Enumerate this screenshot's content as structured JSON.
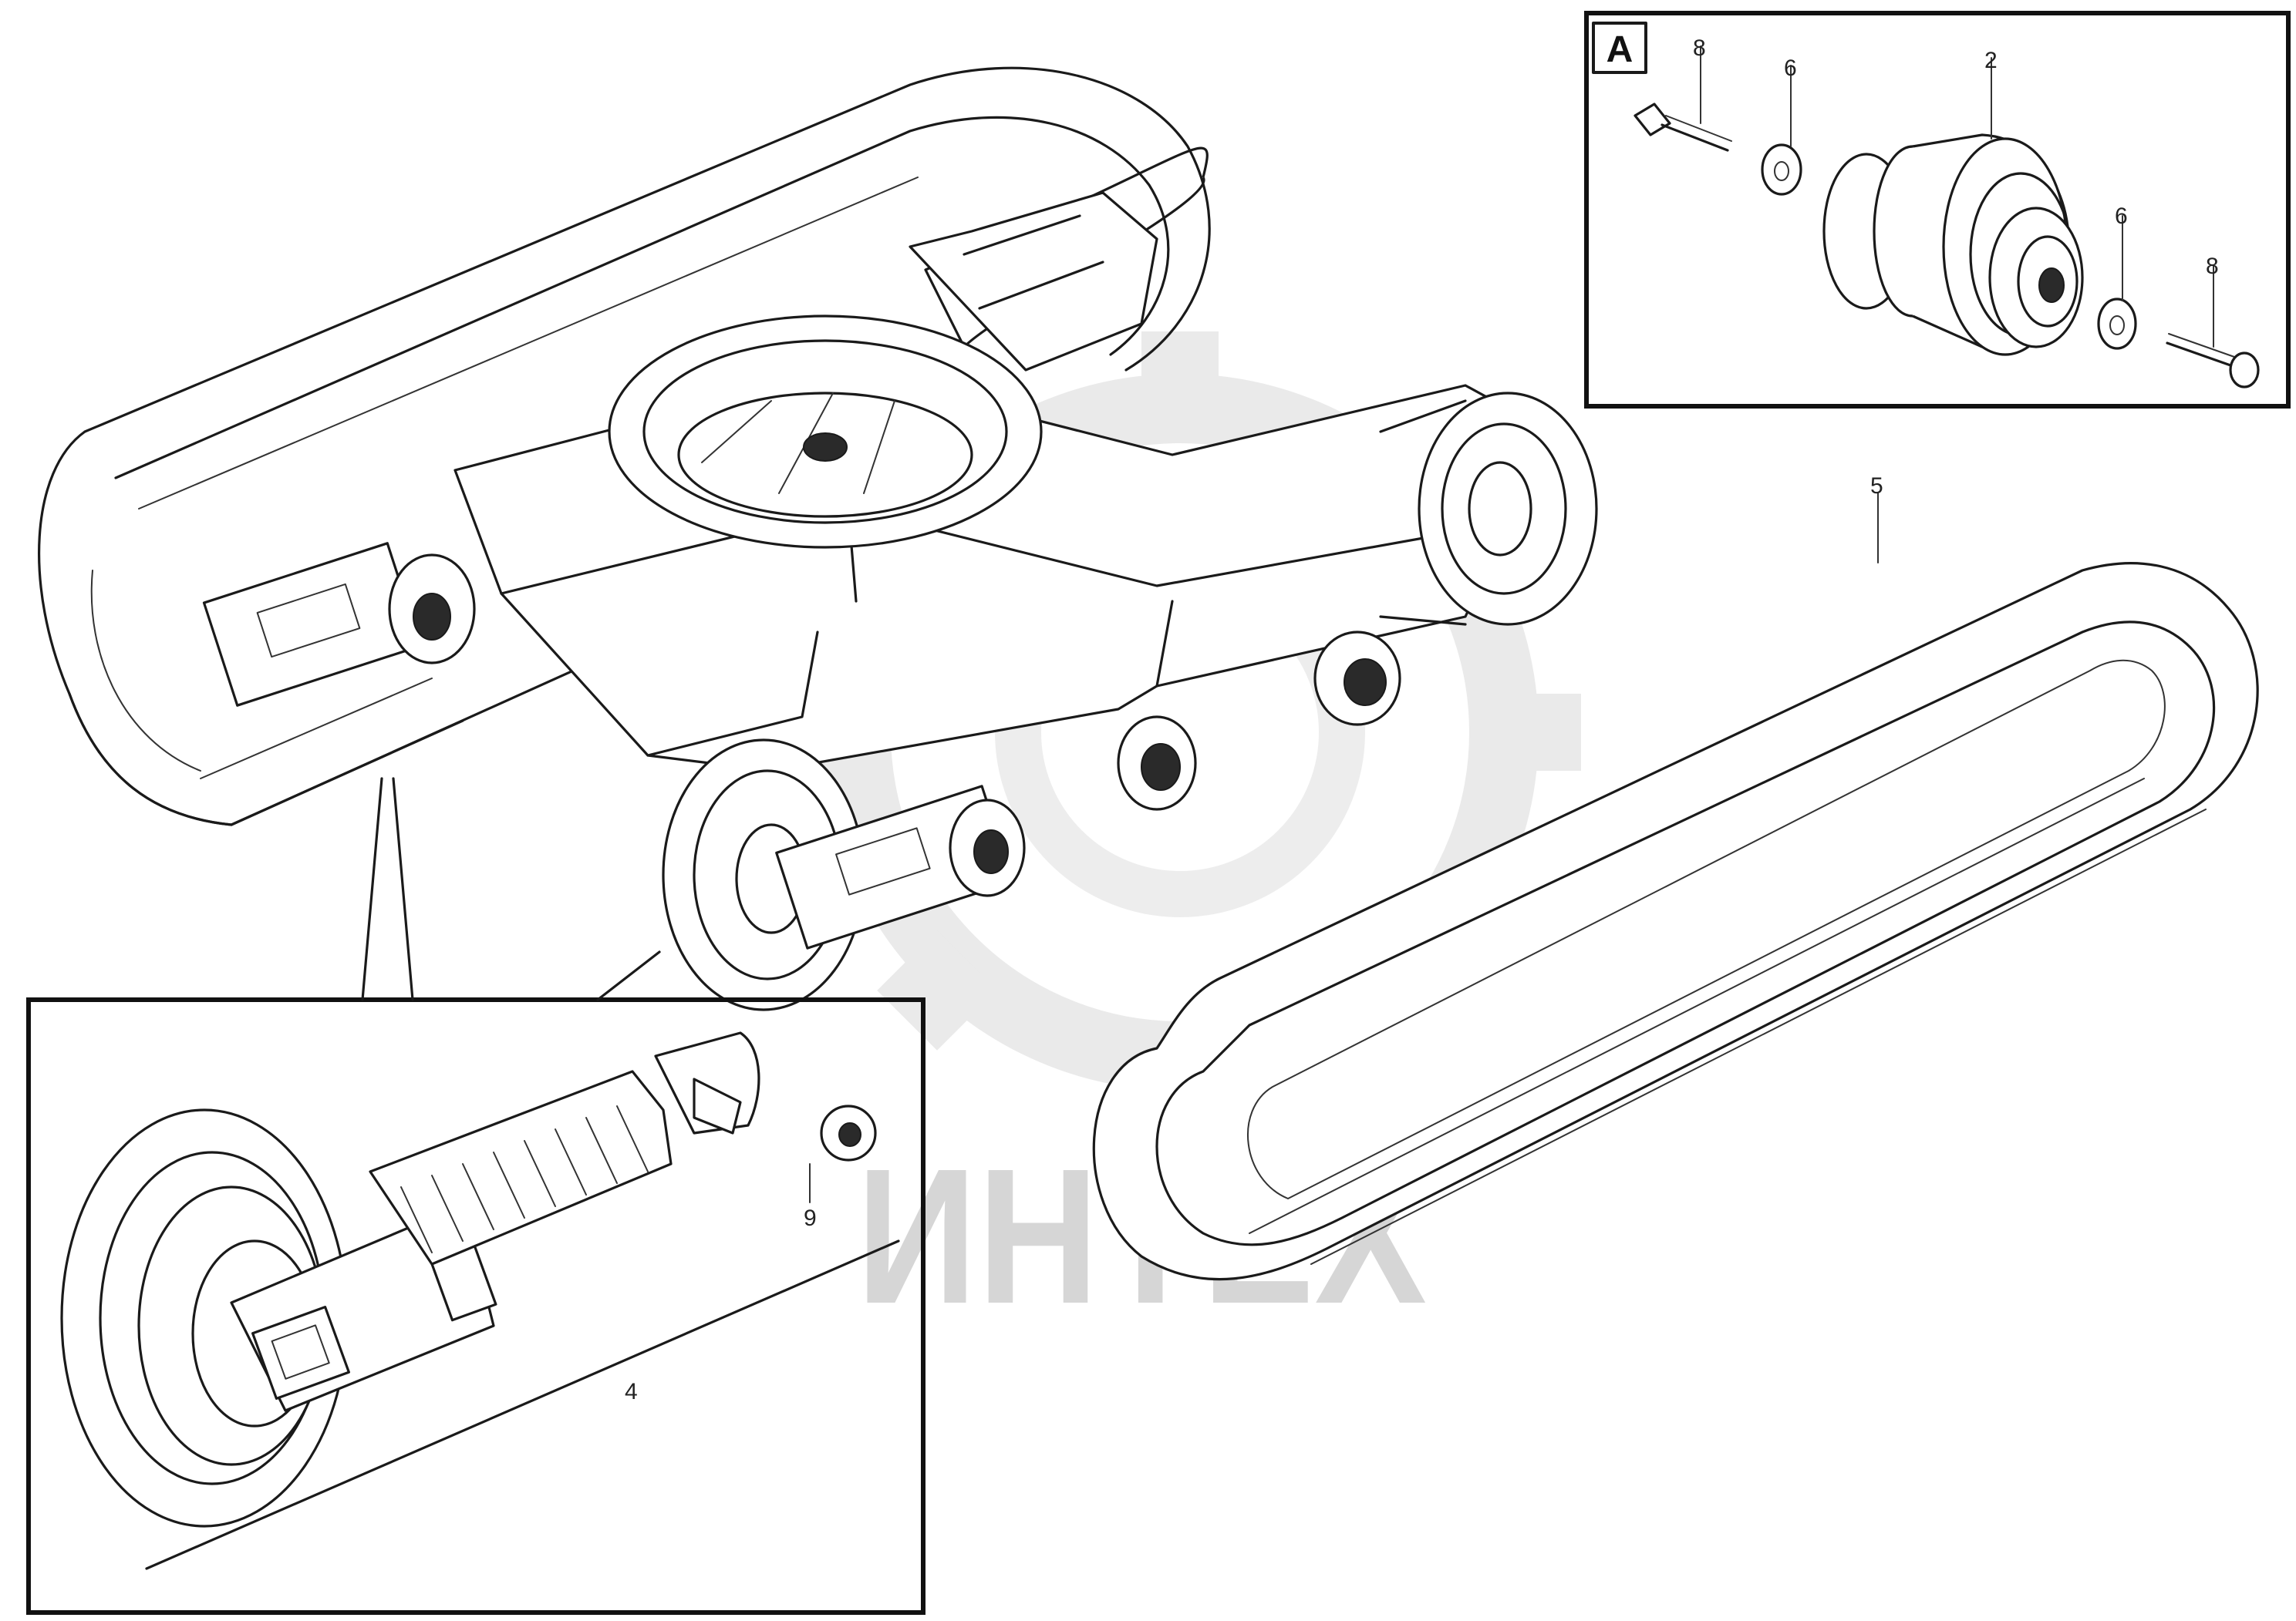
{
  "detail_label": "A",
  "watermark": {
    "text": "ИНТЕХ",
    "color": "#d6d6d6"
  },
  "callouts": [
    {
      "id": "track",
      "text": "5"
    },
    {
      "id": "a-bolt",
      "text": "8"
    },
    {
      "id": "a-washer",
      "text": "6"
    },
    {
      "id": "a-roller",
      "text": "2"
    },
    {
      "id": "a-washer-right",
      "text": "6"
    },
    {
      "id": "a-bolt-right",
      "text": "8"
    },
    {
      "id": "bottom-nut",
      "text": "9"
    },
    {
      "id": "bottom-idler",
      "text": "4"
    }
  ],
  "drawing_ref": {
    "line1": "",
    "line2": "",
    "line3": ""
  }
}
